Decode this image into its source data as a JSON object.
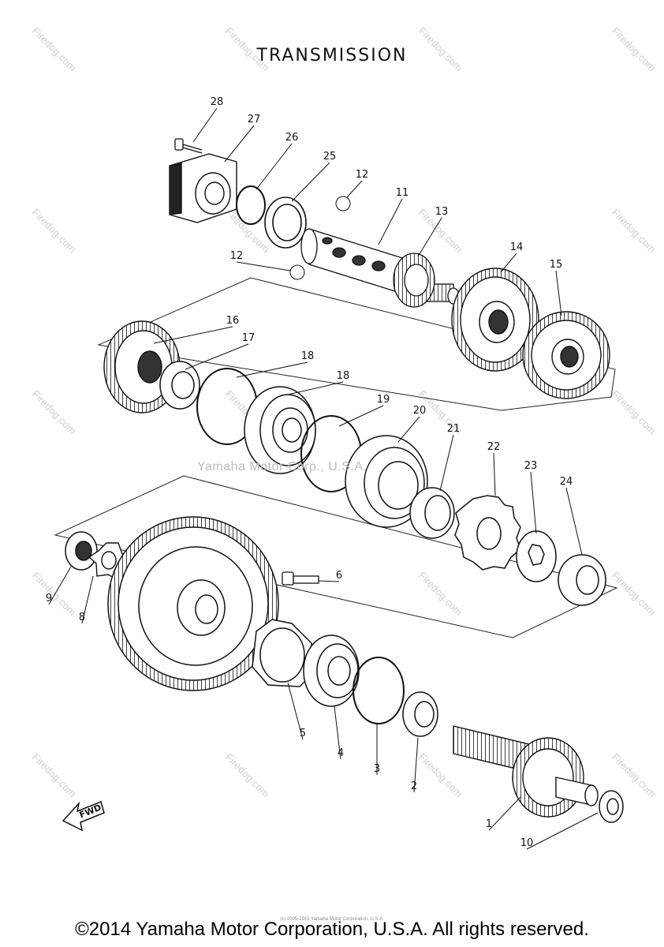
{
  "title": "TRANSMISSION",
  "watermark_text": "Firedog.com",
  "watermark_center": "Yamaha Motor Corp., U.S.A.",
  "fine_print": "(c) 2005-2015 Yamaha Motor Corporation, U.S.A.",
  "copyright": "©2014 Yamaha Motor Corporation, U.S.A. All rights reserved.",
  "fwd_label": "FWD",
  "callouts": [
    "1",
    "2",
    "3",
    "4",
    "5",
    "6",
    "8",
    "9",
    "10",
    "11",
    "12",
    "12",
    "13",
    "14",
    "15",
    "16",
    "17",
    "18",
    "18",
    "19",
    "20",
    "21",
    "22",
    "23",
    "24",
    "25",
    "26",
    "27",
    "28"
  ],
  "colors": {
    "ink": "#111111",
    "watermark": "#cfcfcf",
    "background": "#ffffff"
  }
}
